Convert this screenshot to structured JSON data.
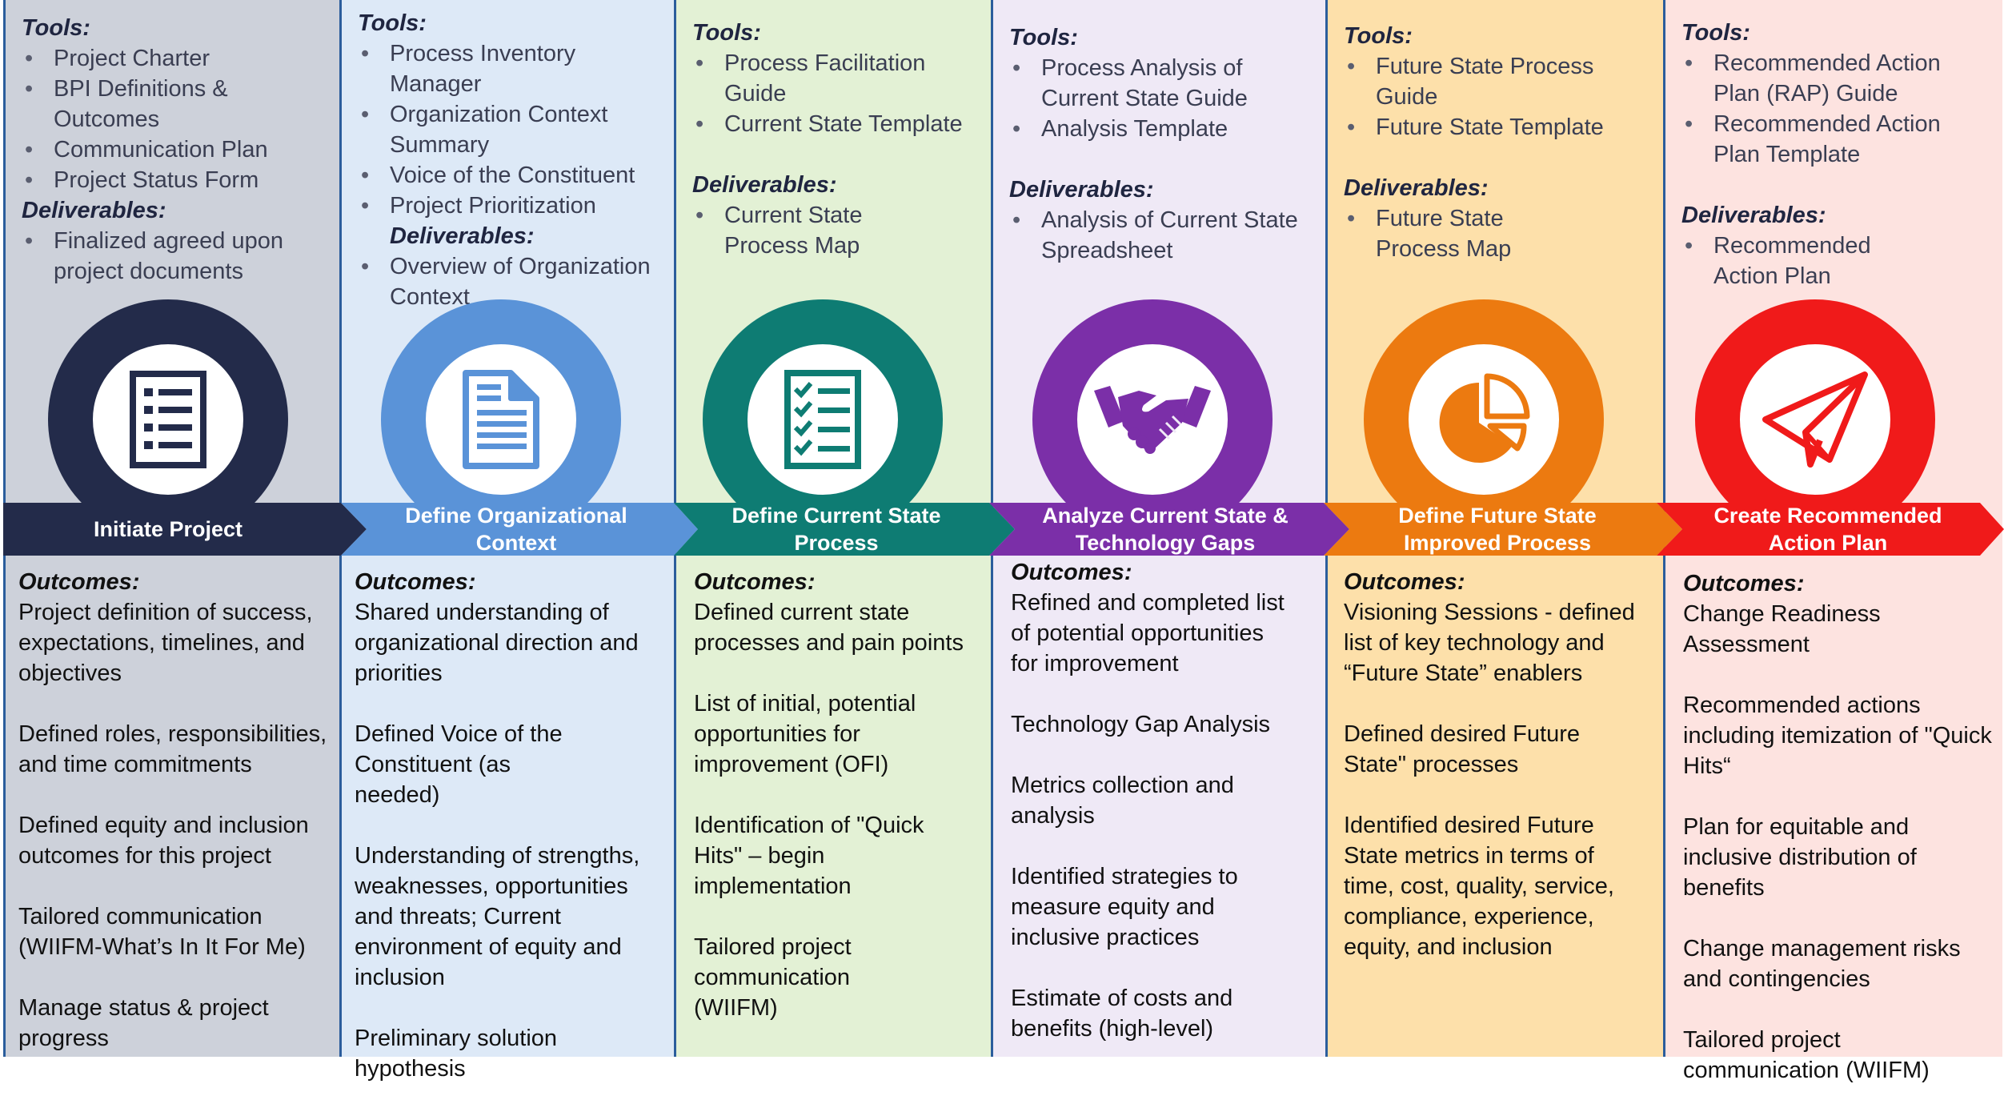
{
  "phases": [
    {
      "title": "Initiate Project",
      "colors": {
        "bg": "#cdd1da",
        "ring": "#232b4a"
      },
      "icon": "checklist-document-icon",
      "tools_header": "Tools:",
      "tools": [
        "Project Charter",
        "BPI Definitions & Outcomes",
        "Communication Plan",
        "Project Status Form"
      ],
      "deliverables_header": "Deliverables:",
      "deliverables": [
        "Finalized agreed upon project documents"
      ],
      "outcomes_header": "Outcomes:",
      "outcomes": [
        "Project definition of success, expectations, timelines, and objectives",
        "Defined roles, responsibilities, and time commitments",
        "Defined equity and inclusion outcomes for this project",
        "Tailored communication (WIIFM-What’s In It For Me)",
        "Manage status & project progress"
      ]
    },
    {
      "title": "Define Organizational Context",
      "colors": {
        "bg": "#dde9f7",
        "ring": "#5a93d8"
      },
      "icon": "document-icon",
      "tools_header": "Tools:",
      "tools": [
        "Process Inventory Manager",
        "Organization Context Summary",
        "Voice of the Constituent",
        "Project Prioritization"
      ],
      "deliverables_header": "Deliverables:",
      "deliverables": [
        "Overview of Organization Context"
      ],
      "outcomes_header": "Outcomes:",
      "outcomes": [
        "Shared understanding of organizational direction and priorities",
        "Defined Voice of the Constituent (as needed)",
        "Understanding of strengths, weaknesses, opportunities and threats; Current environment of equity and inclusion",
        "Preliminary solution hypothesis"
      ]
    },
    {
      "title": "Define Current State Process",
      "colors": {
        "bg": "#e3f1d5",
        "ring": "#0e7c73"
      },
      "icon": "checklist-icon",
      "tools_header": "Tools:",
      "tools": [
        "Process Facilitation Guide",
        "Current State Template"
      ],
      "deliverables_header": "Deliverables:",
      "deliverables": [
        "Current State Process Map"
      ],
      "outcomes_header": "Outcomes:",
      "outcomes": [
        "Defined current state processes and pain points",
        "List of initial, potential opportunities for improvement (OFI)",
        "Identification of \"Quick Hits\" – begin implementation",
        "Tailored project communication  (WIIFM)"
      ]
    },
    {
      "title": "Analyze Current State & Technology Gaps",
      "colors": {
        "bg": "#efe9f6",
        "ring": "#7b2fa8"
      },
      "icon": "handshake-icon",
      "tools_header": "Tools:",
      "tools": [
        "Process Analysis of Current State Guide",
        "Analysis Template"
      ],
      "deliverables_header": "Deliverables:",
      "deliverables": [
        "Analysis of Current State Spreadsheet"
      ],
      "outcomes_header": "Outcomes:",
      "outcomes": [
        "Refined and completed list of potential opportunities for improvement",
        "Technology Gap Analysis",
        "Metrics collection and analysis",
        "Identified strategies to measure equity and inclusive practices",
        "Estimate of costs and benefits (high-level)"
      ]
    },
    {
      "title": "Define Future State Improved Process",
      "colors": {
        "bg": "#fde0aa",
        "ring": "#ec7a10"
      },
      "icon": "pie-chart-icon",
      "tools_header": "Tools:",
      "tools": [
        "Future State Process Guide",
        "Future State Template"
      ],
      "deliverables_header": "Deliverables:",
      "deliverables": [
        "Future State Process Map"
      ],
      "outcomes_header": "Outcomes:",
      "outcomes": [
        "Visioning Sessions - defined list of key technology and “Future State” enablers",
        "Defined desired Future State\" processes",
        "Identified desired Future State metrics in terms of time, cost, quality, service, compliance, experience, equity, and inclusion"
      ]
    },
    {
      "title": "Create Recommended Action Plan",
      "colors": {
        "bg": "#fde3e0",
        "ring": "#f01a1a"
      },
      "icon": "paper-plane-icon",
      "tools_header": "Tools:",
      "tools": [
        "Recommended Action Plan (RAP) Guide",
        "Recommended Action Plan Template"
      ],
      "deliverables_header": "Deliverables:",
      "deliverables": [
        "Recommended Action Plan"
      ],
      "outcomes_header": "Outcomes:",
      "outcomes": [
        "Change Readiness Assessment",
        "Recommended actions including itemization of \"Quick Hits“",
        "Plan for equitable and inclusive distribution of benefits",
        "Change management risks and contingencies",
        "Tailored project communication (WIIFM)"
      ]
    }
  ]
}
